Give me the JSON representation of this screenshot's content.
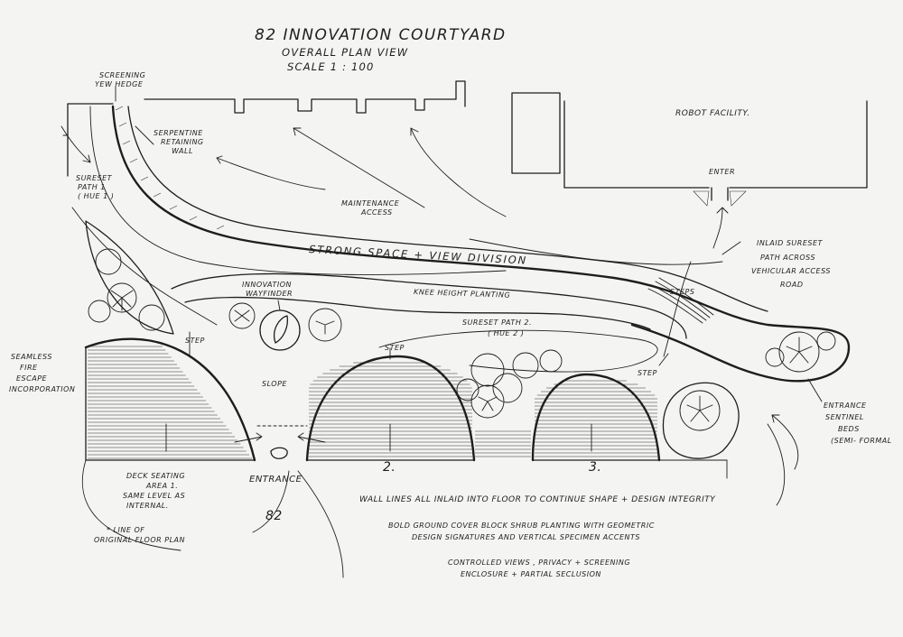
{
  "title": "82 INNOVATION COURTYARD",
  "subtitle": "OVERALL PLAN VIEW",
  "scale": "SCALE 1 : 100",
  "labels": {
    "screening_hedge_1": "SCREENING",
    "screening_hedge_2": "YEW HEDGE",
    "serpentine_1": "SERPENTINE",
    "serpentine_2": "RETAINING",
    "serpentine_3": "WALL",
    "robot_facility": "ROBOT FACILITY.",
    "enter": "ENTER",
    "sureset_path1_1": "SURESET",
    "sureset_path1_2": "PATH 1",
    "sureset_path1_3": "( HUE 1 )",
    "maintenance_1": "MAINTENANCE",
    "maintenance_2": "ACCESS",
    "view_division": "STRONG SPACE + VIEW DIVISION",
    "inlaid_1": "INLAID SURESET",
    "inlaid_2": "PATH ACROSS",
    "inlaid_3": "VEHICULAR ACCESS",
    "inlaid_4": "ROAD",
    "wayfinder_1": "INNOVATION",
    "wayfinder_2": "WAYFINDER",
    "knee_height": "KNEE HEIGHT PLANTING",
    "steps": "STEPS",
    "sureset_path2_1": "SURESET PATH 2.",
    "sureset_path2_2": "( HUE 2 )",
    "step_1": "STEP",
    "step_2": "STEP",
    "step_3": "STEP",
    "fire_1": "SEAMLESS",
    "fire_2": "FIRE",
    "fire_3": "ESCAPE",
    "fire_4": "INCORPORATION",
    "slope": "SLOPE",
    "sentinel_1": "ENTRANCE",
    "sentinel_2": "SENTINEL",
    "sentinel_3": "BEDS",
    "sentinel_4": "(SEMI- FORMAL",
    "deck_1": "DECK SEATING",
    "deck_2": "AREA 1.",
    "deck_3": "SAME LEVEL AS",
    "deck_4": "INTERNAL.",
    "entrance": "ENTRANCE",
    "area_2": "2.",
    "area_3": "3.",
    "number_82": "82",
    "original_plan_1": "* LINE OF",
    "original_plan_2": "ORIGINAL FLOOR PLAN",
    "note_wall": "WALL LINES ALL INLAID INTO FLOOR TO CONTINUE SHAPE + DESIGN INTEGRITY",
    "note_planting_1": "BOLD GROUND COVER BLOCK SHRUB PLANTING WITH GEOMETRIC",
    "note_planting_2": "DESIGN SIGNATURES AND VERTICAL SPECIMEN ACCENTS",
    "note_views_1": "CONTROLLED VIEWS , PRIVACY + SCREENING",
    "note_views_2": "ENCLOSURE + PARTIAL SECLUSION"
  }
}
